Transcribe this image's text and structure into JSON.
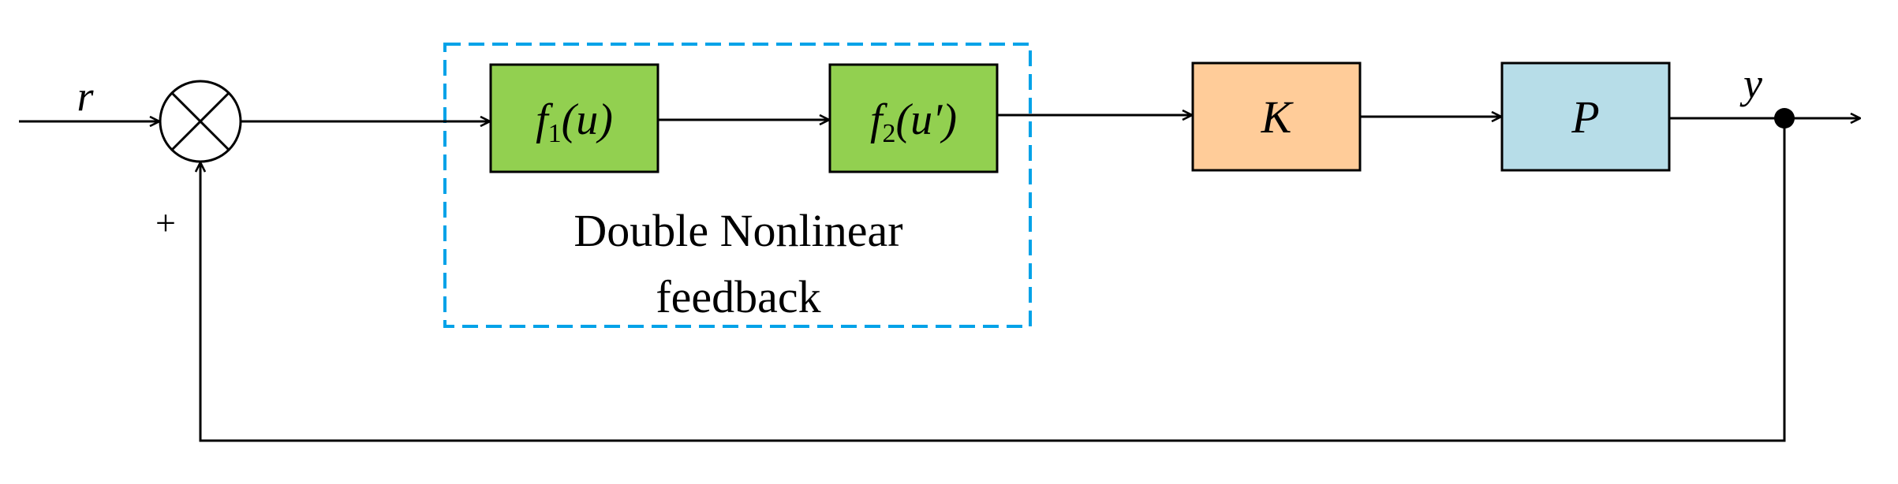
{
  "colors": {
    "nonlinear_block": "#92d050",
    "gain_block": "#ffcc99",
    "plant_block": "#b7dde8",
    "group_border": "#00a2e8",
    "line": "#000000"
  },
  "signals": {
    "input": "r",
    "output": "y",
    "feedback_sign": "+"
  },
  "blocks": {
    "f1": {
      "func": "f",
      "sub": "1",
      "arg": "(u)"
    },
    "f2": {
      "func": "f",
      "sub": "2",
      "arg": "(u′)"
    },
    "k": {
      "label": "K"
    },
    "p": {
      "label": "P"
    }
  },
  "group": {
    "caption_line1": "Double Nonlinear",
    "caption_line2": "feedback"
  }
}
